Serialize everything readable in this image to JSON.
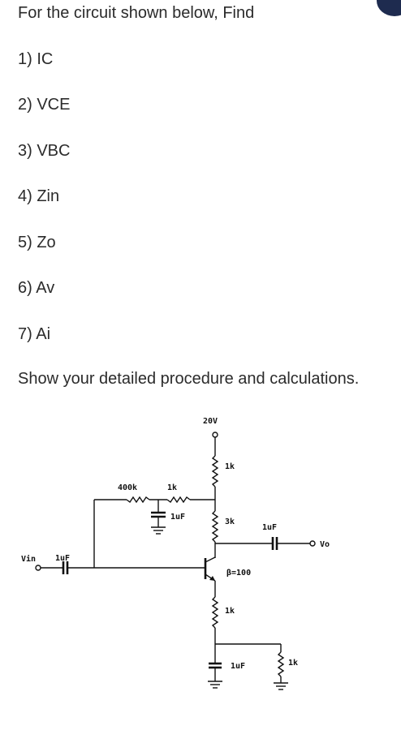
{
  "question": {
    "title": "For the circuit shown below, Find",
    "items": [
      "1) IC",
      "2) VCE",
      "3) VBC",
      "4) Zin",
      "5) Zo",
      "6) Av",
      "7) Ai"
    ],
    "instruction": "Show your detailed procedure and calculations."
  },
  "circuit": {
    "supply": "20V",
    "rc_top": "1k",
    "rc_bottom": "3k",
    "rb": "400k",
    "rb2": "1k",
    "bypass_cap": "1uF",
    "out_cap": "1uF",
    "output": "Vo",
    "input": "Vin",
    "in_cap": "1uF",
    "beta": "β=100",
    "re": "1k",
    "ce": "1uF",
    "rl": "1k"
  },
  "colors": {
    "text": "#2b2b2b",
    "circuit_ink": "#111111",
    "badge": "#1e2b4f"
  }
}
